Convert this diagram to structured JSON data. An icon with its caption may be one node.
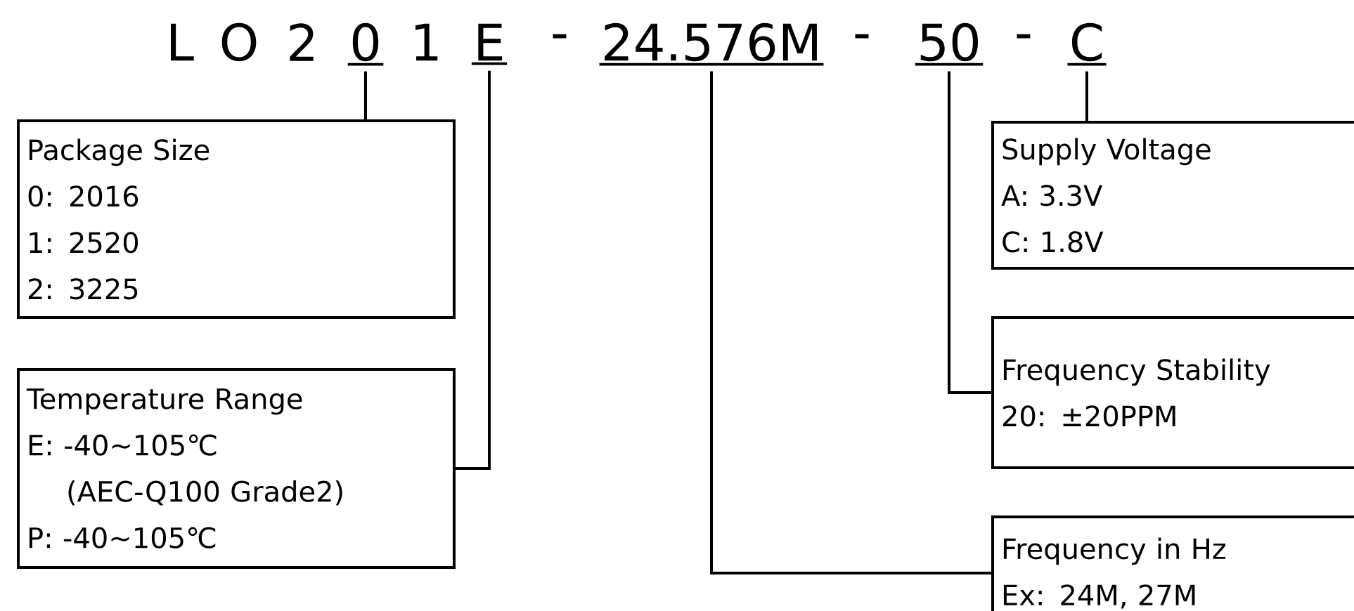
{
  "diagram": {
    "nodes": [
      {
        "text": [
          "0"
        ]
      },
      {
        "text": [
          "E"
        ]
      },
      {
        "text": [
          "24.576M"
        ]
      },
      {
        "text": [
          "50"
        ]
      },
      {
        "text": [
          "C"
        ]
      },
      {
        "text": [
          "Package Size",
          "0: 2016",
          "1: 2520",
          "2: 3225"
        ]
      },
      {
        "text": [
          "Supply Voltage",
          "A: 3.3V",
          "C: 1.8V"
        ]
      },
      {
        "text": [
          "Temperature Range",
          "E: -40~105℃",
          "(AEC-Q100 Grade2)",
          "P: -40~105℃"
        ]
      },
      {
        "text": [
          "Frequency Stability",
          "20: ±20PPM"
        ]
      },
      {
        "text": [
          "Frequency in Hz",
          "Ex: 24M, 27M"
        ]
      }
    ],
    "edges": [
      {
        "from": 0,
        "to": 5,
        "arrow": "none"
      },
      {
        "from": 4,
        "to": 6,
        "arrow": "none"
      },
      {
        "from": 1,
        "to": 7,
        "arrow": "none"
      },
      {
        "from": 3,
        "to": 8,
        "arrow": "none"
      },
      {
        "from": 2,
        "to": 9,
        "arrow": "none"
      }
    ],
    "labels": [
      "L",
      "O",
      "2",
      "1",
      "-",
      "-",
      "-"
    ]
  }
}
